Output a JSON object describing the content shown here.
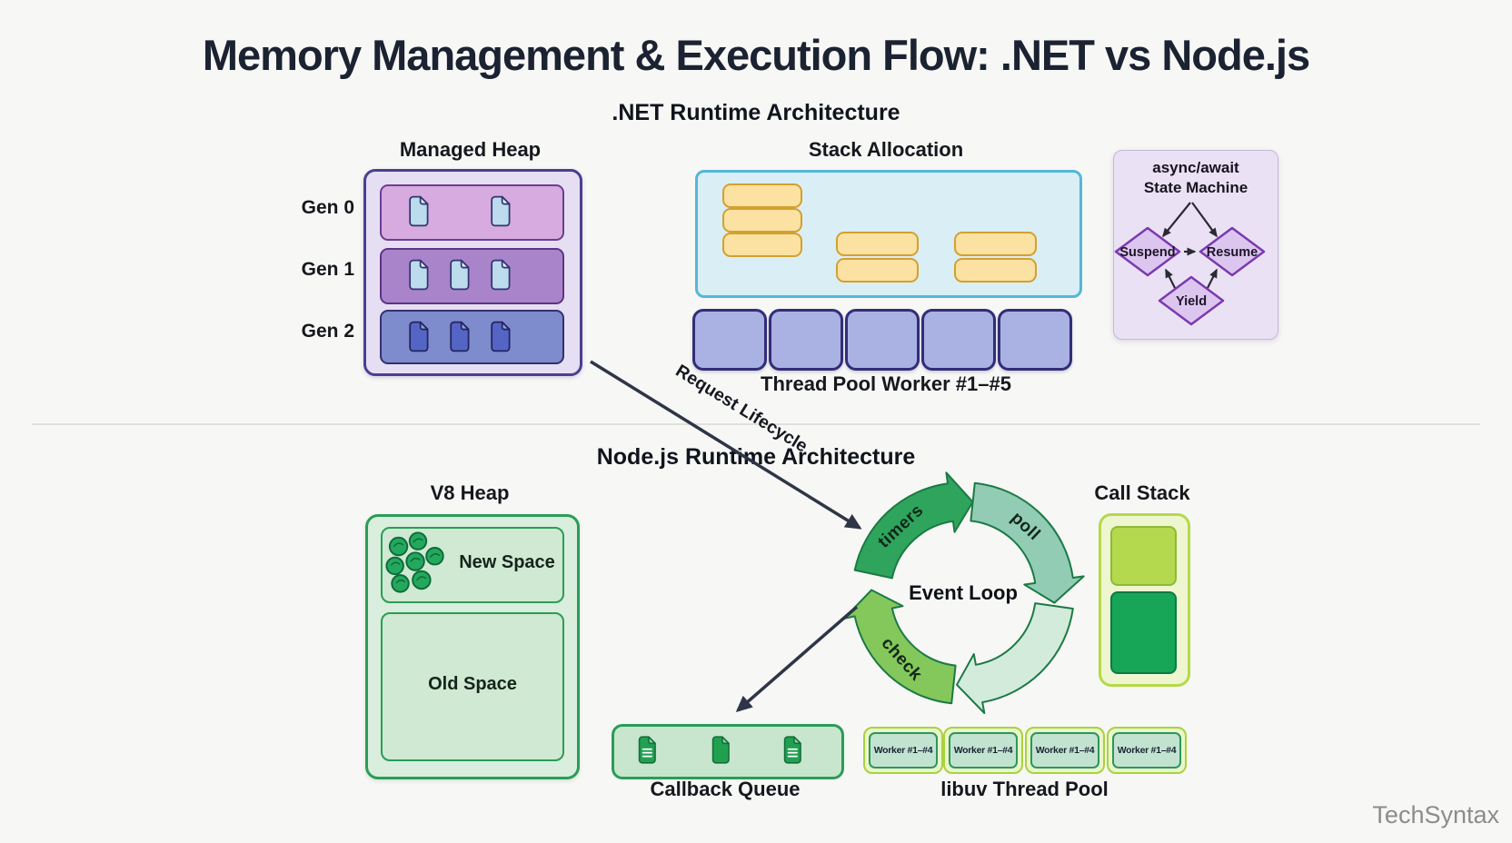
{
  "title": "Memory Management & Execution Flow: .NET vs Node.js",
  "watermark": "TechSyntax",
  "dotnet": {
    "section_title": ".NET Runtime Architecture",
    "managed_heap": {
      "title": "Managed Heap",
      "generations": [
        {
          "label": "Gen 0",
          "objects": 2
        },
        {
          "label": "Gen 1",
          "objects": 3
        },
        {
          "label": "Gen 2",
          "objects": 3
        }
      ]
    },
    "stack_allocation": {
      "title": "Stack Allocation",
      "frame_groups": [
        3,
        2,
        2
      ]
    },
    "thread_pool": {
      "label": "Thread Pool Worker #1–#5",
      "worker_count": 5
    },
    "state_machine": {
      "title_line1": "async/await",
      "title_line2": "State Machine",
      "states": [
        "Suspend",
        "Resume",
        "Yield"
      ]
    }
  },
  "flow": {
    "request_lifecycle": "Request Lifecycle"
  },
  "nodejs": {
    "section_title": "Node.js Runtime Architecture",
    "v8_heap": {
      "title": "V8 Heap",
      "new_space_label": "New Space",
      "old_space_label": "Old Space",
      "new_space_objects": 7
    },
    "event_loop": {
      "center_label": "Event Loop",
      "phases": [
        "timers",
        "poll",
        "check"
      ]
    },
    "call_stack": {
      "title": "Call Stack",
      "frames": 2
    },
    "callback_queue": {
      "title": "Callback Queue",
      "items": 3
    },
    "libuv_thread_pool": {
      "title": "libuv Thread Pool",
      "worker_label": "Worker #1–#4",
      "worker_count": 4
    }
  },
  "colors": {
    "background": "#f7f7f5",
    "heading": "#1b2231",
    "heap_panel": "#e6dff3",
    "heap_border": "#4a3f90",
    "gen0_fill": "#d7abdf",
    "gen1_fill": "#aa84ca",
    "gen2_fill": "#7e8bcd",
    "stack_fill": "#daeef6",
    "stack_border": "#54b7da",
    "frame_fill": "#fbe2a2",
    "frame_border": "#d3a02f",
    "thread_square": "#a9b2e3",
    "state_panel": "#eae2f4",
    "diamond_fill": "#dcc6f0",
    "diamond_border": "#7b3ab0",
    "green_fill": "#d9eedd",
    "green_border": "#2a9d56",
    "timers_arc": "#2fa45c",
    "poll_arc": "#92ccb5",
    "pale_arc": "#d3ebda",
    "check_arc": "#84c75b",
    "lime_border": "#b5d94a",
    "call_stack_top": "#b4d94e",
    "call_stack_bottom": "#17a658",
    "dark_arrow": "#2e3547",
    "watermark_gray": "#8c8c8c"
  }
}
